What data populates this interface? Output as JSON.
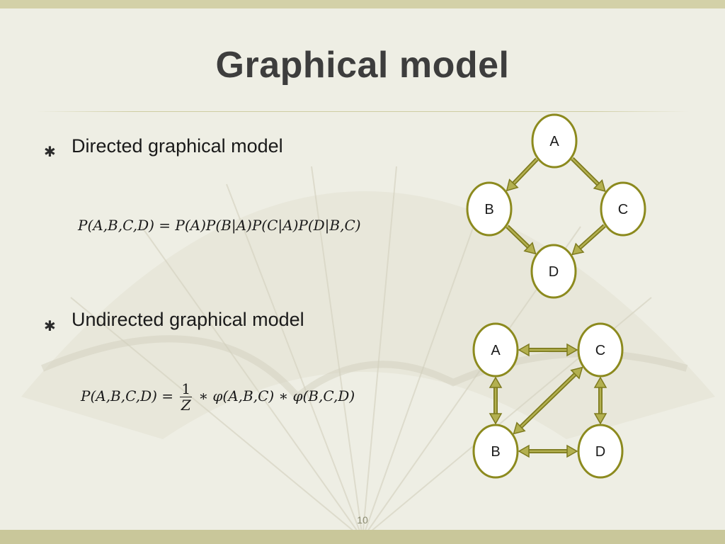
{
  "slide": {
    "title": "Graphical model",
    "page_number": "10"
  },
  "bullets": [
    {
      "text": "Directed graphical model"
    },
    {
      "text": "Undirected graphical model"
    }
  ],
  "formulas": {
    "directed": "P(A,B,C,D) = P(A)P(B|A)P(C|A)P(D|B,C)",
    "undirected_lhs": "P(A,B,C,D) =",
    "undirected_frac_num": "1",
    "undirected_frac_den": "Z",
    "undirected_rhs": "∗ φ(A,B,C) ∗ φ(B,C,D)"
  },
  "directed_graph": {
    "nodes": [
      {
        "id": "A",
        "label": "A"
      },
      {
        "id": "B",
        "label": "B"
      },
      {
        "id": "C",
        "label": "C"
      },
      {
        "id": "D",
        "label": "D"
      }
    ],
    "edges": [
      {
        "from": "A",
        "to": "B",
        "directed": true
      },
      {
        "from": "A",
        "to": "C",
        "directed": true
      },
      {
        "from": "B",
        "to": "D",
        "directed": true
      },
      {
        "from": "C",
        "to": "D",
        "directed": true
      }
    ]
  },
  "undirected_graph": {
    "nodes": [
      {
        "id": "A",
        "label": "A"
      },
      {
        "id": "B",
        "label": "B"
      },
      {
        "id": "C",
        "label": "C"
      },
      {
        "id": "D",
        "label": "D"
      }
    ],
    "edges": [
      {
        "from": "A",
        "to": "C",
        "directed": false
      },
      {
        "from": "A",
        "to": "B",
        "directed": false
      },
      {
        "from": "C",
        "to": "B",
        "directed": false
      },
      {
        "from": "C",
        "to": "D",
        "directed": false
      },
      {
        "from": "B",
        "to": "D",
        "directed": false
      }
    ]
  },
  "colors": {
    "node_stroke": "#8c8a1e",
    "edge": "#7d7a1e",
    "edge_light": "#b3b050",
    "title": "#3d3d3d"
  }
}
